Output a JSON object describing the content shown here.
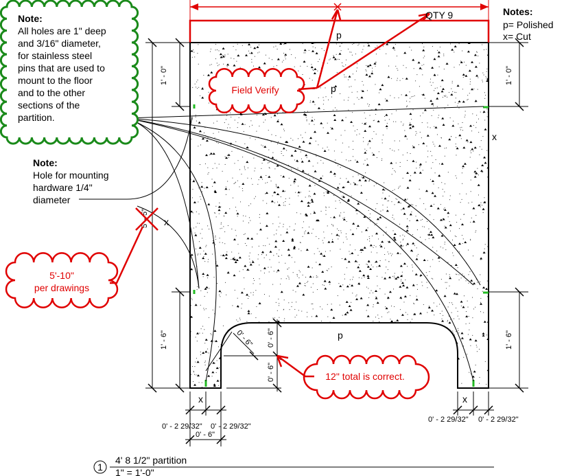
{
  "title": {
    "number": "1",
    "name": "4' 8 1/2\" partition",
    "scale": "1\" = 1'-0\""
  },
  "notes_right": {
    "heading": "Notes:",
    "lines": [
      "p= Polished",
      "x= Cut"
    ]
  },
  "note_holes": {
    "heading": "Note:",
    "lines": [
      "All holes are 1\" deep",
      "and 3/16\" diameter,",
      "for stainless steel",
      "pins that are used to",
      "mount to the floor",
      "and to the other",
      "sections of the",
      "partition."
    ]
  },
  "note_hardware": {
    "heading": "Note:",
    "lines": [
      "Hole for mounting",
      "hardware 1/4\"",
      "diameter"
    ]
  },
  "markups": {
    "qty": "QTY 9",
    "field_verify": "Field Verify",
    "per_drawings": [
      "5'-10\"",
      "per drawings"
    ],
    "total_correct": "12\" total is correct."
  },
  "labels": {
    "p": "p",
    "x": "x"
  },
  "dimensions": {
    "top_left": "1' - 0\"",
    "top_right": "1' - 0\"",
    "bottom_left": "1' - 6\"",
    "bottom_right": "1' - 6\"",
    "overall_height": "5' - 5\"",
    "notch_upper": "0' - 6\"",
    "notch_lower": "0' - 6\"",
    "notch_radius": "0' - 6\"",
    "leg_a": "0' - 2 29/32\"",
    "leg_b": "0' - 2 29/32\"",
    "leg_width": "0' - 6\""
  },
  "colors": {
    "markup": "#e00000",
    "note_cloud": "#1a8a1a",
    "hole": "#22bb22"
  }
}
